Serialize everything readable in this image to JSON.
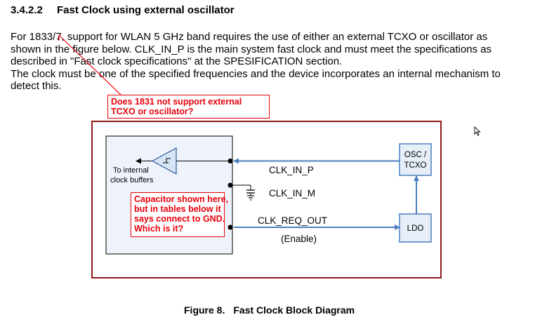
{
  "section": {
    "number": "3.4.2.2",
    "title": "Fast Clock using external oscillator"
  },
  "paragraph": {
    "lines": [
      "For 1833/7, support for WLAN 5 GHz band requires the use of either an external TCXO or oscillator as",
      "shown in the figure below. CLK_IN_P is the main system fast clock and must meet the specifications as",
      "described in \"Fast clock specifications\" at the SPESIFICATION section.",
      "The clock must be one of the specified frequencies and the device incorporates an internal mechanism to",
      "detect this."
    ]
  },
  "diagram": {
    "buffer_label": [
      "To internal",
      "clock buffers"
    ],
    "clk_in_p": "CLK_IN_P",
    "clk_in_m": "CLK_IN_M",
    "clk_req_out": "CLK_REQ_OUT",
    "enable": "(Enable)",
    "osc_box": [
      "OSC /",
      "TCXO"
    ],
    "ldo_box": "LDO",
    "colors": {
      "frame": "#8b1a1a",
      "chip_fill": "#eef2fa",
      "box_fill": "#e6eef8",
      "signal": "#4a7fbf",
      "comment": "#e8000b"
    }
  },
  "comments": {
    "oscillator_question": [
      "Does 1831 not support external",
      "TCXO or oscillator?"
    ],
    "capacitor_question": [
      "Capacitor shown here,",
      "but in tables below it",
      "says connect to GND.",
      "Which is it?"
    ]
  },
  "figure": {
    "label": "Figure 8.",
    "title": "Fast Clock Block Diagram"
  },
  "icons": {
    "cursor": "mouse-pointer-icon"
  }
}
